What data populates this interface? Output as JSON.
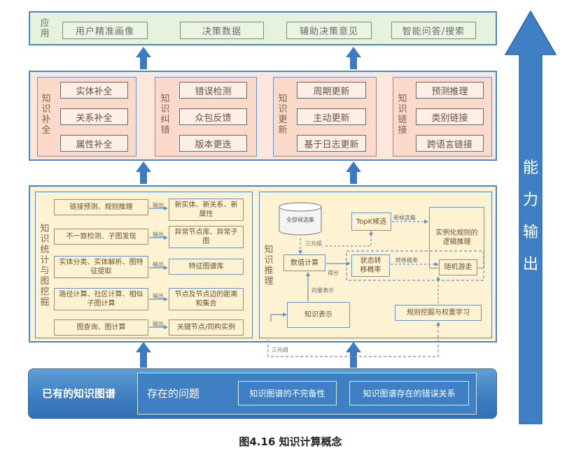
{
  "application": {
    "label": "应用",
    "items": [
      "用户精准画像",
      "决策数据",
      "辅助决策意见",
      "智能问答/搜索"
    ]
  },
  "middle": {
    "groups": [
      {
        "label": "知识补全",
        "items": [
          "实体补全",
          "关系补全",
          "属性补全"
        ]
      },
      {
        "label": "知识纠错",
        "items": [
          "错误检测",
          "众包反馈",
          "版本更迭"
        ]
      },
      {
        "label": "知识更新",
        "items": [
          "周期更新",
          "主动更新",
          "基于日志更新"
        ]
      },
      {
        "label": "知识链接",
        "items": [
          "预测推理",
          "类别链接",
          "跨语言链接"
        ]
      }
    ]
  },
  "statistics": {
    "label": "知识统计与图挖掘",
    "output_label": "输出",
    "rows": [
      {
        "left": "链接预测、规则推理",
        "right": "新实体、新关系、新属性"
      },
      {
        "left": "不一致检测、子图发现",
        "right": "异常节点库、异常子图"
      },
      {
        "left": "实体分类、实体解析、图特征提取",
        "right": "特征图谱库"
      },
      {
        "left": "路径计算、社区计算、相似子图计算",
        "right": "节点及节点边的距离和集合"
      },
      {
        "left": "图查询、图计算",
        "right": "关键节点/同构实例"
      }
    ]
  },
  "reasoning": {
    "label": "知识推理",
    "db_label": "全部候选集",
    "triple_label": "三元组",
    "score_label": "得分",
    "numeric_calc": "数值计算",
    "topk": "TopK候选",
    "new_candidates": "新候选集",
    "instantiate": "实例化规则的逻辑推理",
    "state_transfer": "状态转移概率",
    "transfer_prob": "转移概率",
    "random_walk": "随机游走",
    "vector_repr": "向量表示",
    "knowledge_repr": "知识表示",
    "rule_mining": "规则挖掘与权重学习",
    "bottom_triple": "三元组"
  },
  "bottom": {
    "kg_label": "已有的知识图谱",
    "problem_label": "存在的问题",
    "boxes": [
      "知识图谱的不完备性",
      "知识图谱存在的错误关系"
    ]
  },
  "capability_output": "能力输出",
  "caption": "图4.16 知识计算概念",
  "colors": {
    "frame_blue": "#4d86c2",
    "arrow_blue": "#3a7bc2",
    "app_green": "#e6f2df",
    "peach": "#fde7dd",
    "cream": "#fdf2d2"
  }
}
